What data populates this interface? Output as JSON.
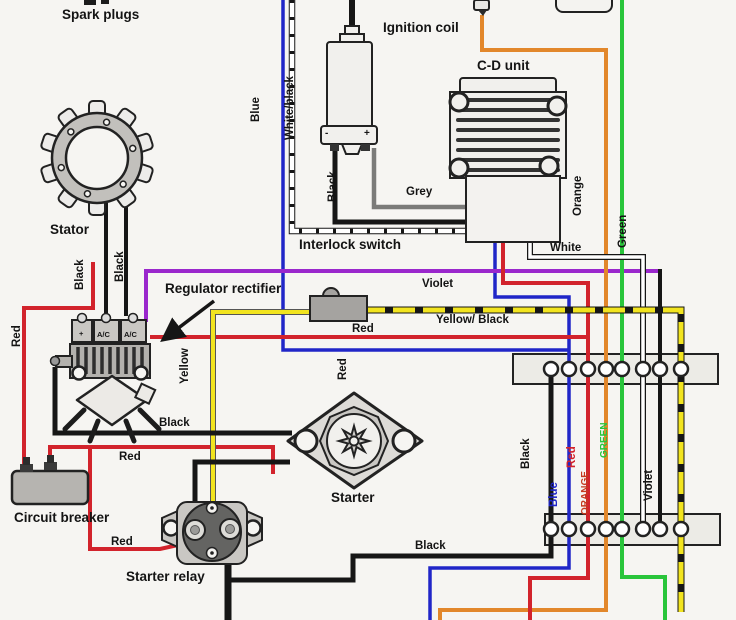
{
  "colors": {
    "red": "#d2232c",
    "blue": "#2026c8",
    "green": "#29c53b",
    "orange": "#e2872b",
    "yellow": "#f2e41f",
    "violet": "#9a27cc",
    "grey": "#7b7b79",
    "black": "#161616",
    "white_wire": "#ffffff",
    "orange_label": "#c43a20",
    "background": "#f6f5f2"
  },
  "components": {
    "spark_plugs": "Spark plugs",
    "stator": "Stator",
    "ignition_coil": "Ignition coil",
    "cd_unit": "C-D unit",
    "interlock_switch": "Interlock switch",
    "regulator_rectifier": "Regulator rectifier",
    "circuit_breaker": "Circuit breaker",
    "starter": "Starter",
    "starter_relay": "Starter relay"
  },
  "wire_labels": {
    "blue_top": "Blue",
    "white_black": "White/black",
    "black_coil": "Black",
    "grey": "Grey",
    "black_stator_a": "Black",
    "black_stator_b": "Black",
    "orange": "Orange",
    "green": "Green",
    "yellow": "Yellow",
    "red_left": "Red",
    "red_mid": "Red",
    "white": "White",
    "violet": "Violet",
    "yellow_black": "Yellow/ Black",
    "red_fuse": "Red",
    "black_ground": "Black",
    "red_breaker": "Red",
    "red_relay": "Red",
    "black_starter": "Black",
    "conn_black": "Black",
    "conn_blue": "Blue",
    "conn_red": "Red",
    "conn_orange": "ORANGE",
    "conn_green": "GREEN",
    "conn_violet": "Violet"
  },
  "terminals": {
    "plus": "+",
    "minus": "-",
    "ac": "A/C"
  }
}
